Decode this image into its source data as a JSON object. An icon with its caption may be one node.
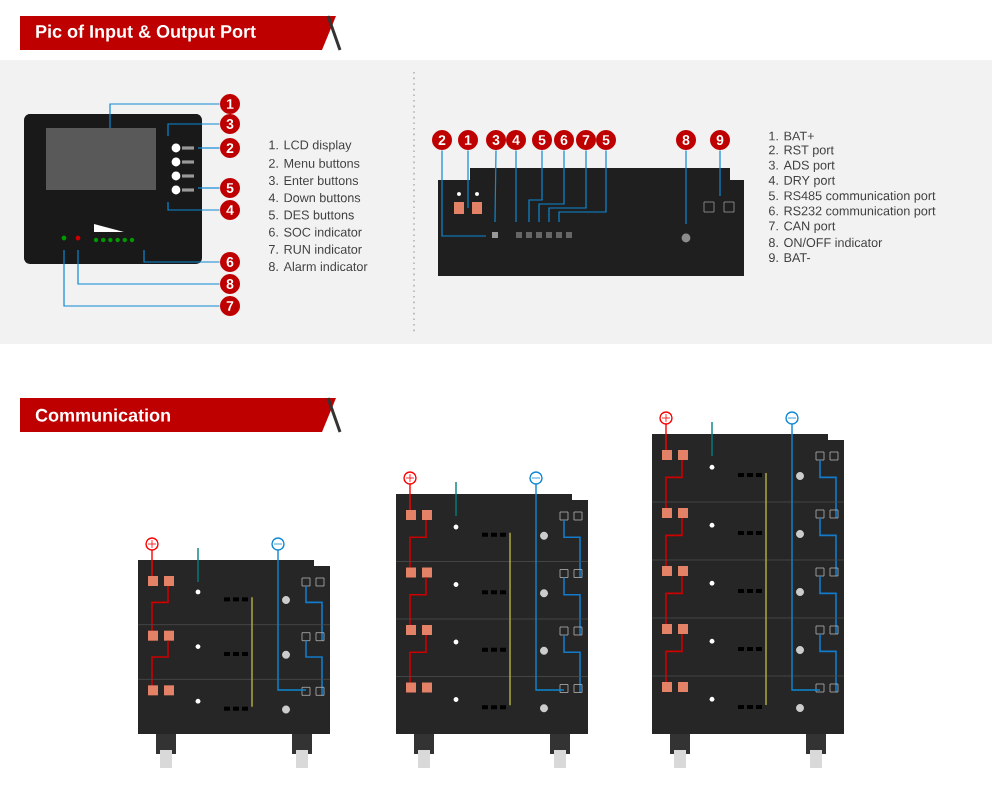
{
  "diagram": {
    "title": "Pic of Input & Output Port",
    "nodes": [
      {
        "text": [
          "1"
        ]
      },
      {
        "text": [
          "3"
        ]
      },
      {
        "text": [
          "2"
        ]
      },
      {
        "text": [
          "5"
        ]
      },
      {
        "text": [
          "4"
        ]
      },
      {
        "text": [
          "6"
        ]
      },
      {
        "text": [
          "8"
        ]
      },
      {
        "text": [
          "7"
        ]
      },
      {
        "text": [
          "2"
        ]
      },
      {
        "text": [
          "1"
        ]
      },
      {
        "text": [
          "3"
        ]
      },
      {
        "text": [
          "4"
        ]
      },
      {
        "text": [
          "5"
        ]
      },
      {
        "text": [
          "6"
        ]
      },
      {
        "text": [
          "7"
        ]
      },
      {
        "text": [
          "5"
        ]
      },
      {
        "text": [
          "8"
        ]
      },
      {
        "text": [
          "9"
        ]
      }
    ],
    "edges": [
      {
        "from": 0,
        "to": null,
        "arrow": "none"
      },
      {
        "from": 1,
        "to": null,
        "arrow": "none"
      },
      {
        "from": 2,
        "to": null,
        "arrow": "none"
      },
      {
        "from": 3,
        "to": null,
        "arrow": "none"
      },
      {
        "from": 4,
        "to": null,
        "arrow": "none"
      },
      {
        "from": 5,
        "to": null,
        "arrow": "none"
      },
      {
        "from": 6,
        "to": null,
        "arrow": "none"
      },
      {
        "from": 7,
        "to": null,
        "arrow": "none"
      },
      {
        "from": 8,
        "to": null,
        "arrow": "none"
      },
      {
        "from": 9,
        "to": null,
        "arrow": "none"
      },
      {
        "from": 10,
        "to": null,
        "arrow": "none"
      },
      {
        "from": 11,
        "to": null,
        "arrow": "none"
      },
      {
        "from": 12,
        "to": null,
        "arrow": "none"
      },
      {
        "from": 13,
        "to": null,
        "arrow": "none"
      },
      {
        "from": 14,
        "to": null,
        "arrow": "none"
      },
      {
        "from": 15,
        "to": null,
        "arrow": "none"
      },
      {
        "from": 16,
        "to": null,
        "arrow": "none"
      },
      {
        "from": 17,
        "to": null,
        "arrow": "none"
      }
    ],
    "labels": [
      "1.  LCD display",
      "2.  Menu buttons",
      "3.  Enter buttons",
      "4.  Down buttons",
      "5.  DES buttons",
      "6.  SOC indicator",
      "7.  RUN indicator",
      "8.  Alarm indicator",
      "1.  BAT+",
      "2.  RST port",
      "3.  ADS port",
      "4.  DRY port",
      "5.  RS485 communication port",
      "6.  RS232 communication port",
      "7.  CAN port",
      "8.  ON/OFF indicator",
      "9.  BAT-",
      "Communication"
    ]
  }
}
